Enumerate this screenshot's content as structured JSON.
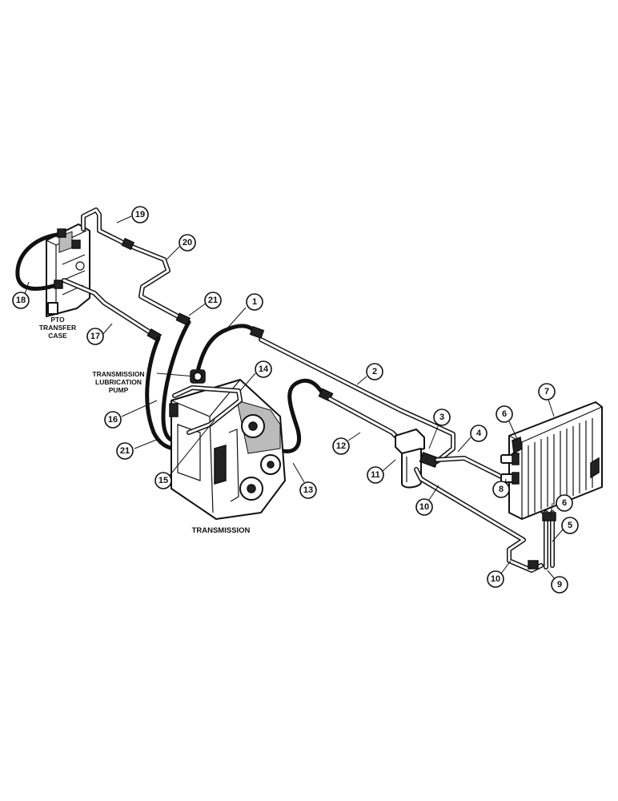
{
  "labels": {
    "pto_line1": "PTO",
    "pto_line2": "TRANSFER",
    "pto_line3": "CASE",
    "pump_line1": "TRANSMISSION",
    "pump_line2": "LUBRICATION",
    "pump_line3": "PUMP",
    "transmission": "TRANSMISSION"
  },
  "callouts": {
    "c1": "1",
    "c2": "2",
    "c3": "3",
    "c4": "4",
    "c5": "5",
    "c6a": "6",
    "c6b": "6",
    "c7": "7",
    "c8": "8",
    "c9": "9",
    "c10a": "10",
    "c10b": "10",
    "c11": "11",
    "c12": "12",
    "c13": "13",
    "c14": "14",
    "c15": "15",
    "c16": "16",
    "c17": "17",
    "c18": "18",
    "c19": "19",
    "c20": "20",
    "c21a": "21",
    "c21b": "21"
  }
}
